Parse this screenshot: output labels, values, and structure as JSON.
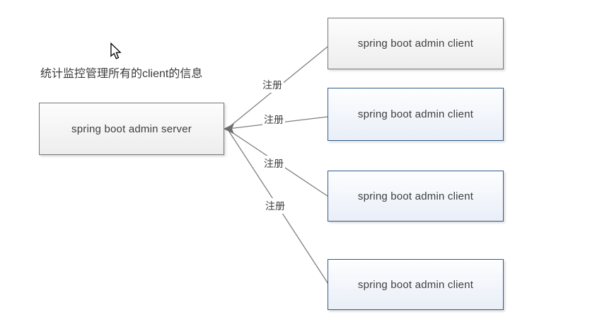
{
  "annotation": "统计监控管理所有的client的信息",
  "server": {
    "label": "spring boot admin server"
  },
  "clients": [
    {
      "label": "spring boot admin client"
    },
    {
      "label": "spring boot admin client"
    },
    {
      "label": "spring boot admin client"
    },
    {
      "label": "spring boot admin client"
    }
  ],
  "edges": [
    {
      "label": "注册"
    },
    {
      "label": "注册"
    },
    {
      "label": "注册"
    },
    {
      "label": "注册"
    }
  ],
  "icons": {
    "arrowhead": "left-filled-triangle",
    "cursor": "arrow-pointer"
  },
  "colors": {
    "gray_border": "#767676",
    "blue_border": "#325a8c",
    "connector": "#7f7f7f",
    "text": "#3e3e3e",
    "background": "#ffffff"
  }
}
